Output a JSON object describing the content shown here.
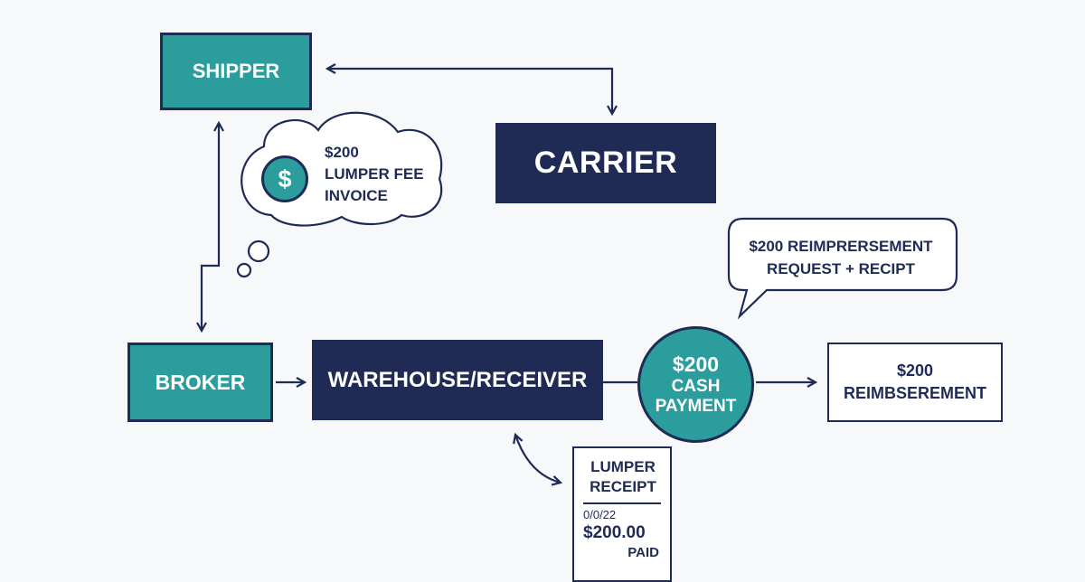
{
  "nodes": {
    "shipper": "SHIPPER",
    "carrier": "CARRIER",
    "broker": "BROKER",
    "warehouse": "WAREHOUSE/RECEIVER",
    "payment_amount": "$200",
    "payment_line1": "CASH",
    "payment_line2": "PAYMENT",
    "reimbursement_amount": "$200",
    "reimbursement_label": "REIMBSEREMENT"
  },
  "thought_bubble": {
    "icon": "dollar-icon",
    "icon_symbol": "$",
    "line1": "$200",
    "line2": "LUMPER FEE",
    "line3": "INVOICE"
  },
  "speech_bubble": {
    "line1": "$200 REIMPRERSEMENT",
    "line2": "REQUEST + RECIPT"
  },
  "receipt": {
    "title_line1": "LUMPER",
    "title_line2": "RECEIPT",
    "date": "0/0/22",
    "amount": "$200.00",
    "status": "PAID"
  },
  "colors": {
    "navy": "#1f2b55",
    "teal": "#2a9d9c",
    "background": "#f7f8fa"
  }
}
